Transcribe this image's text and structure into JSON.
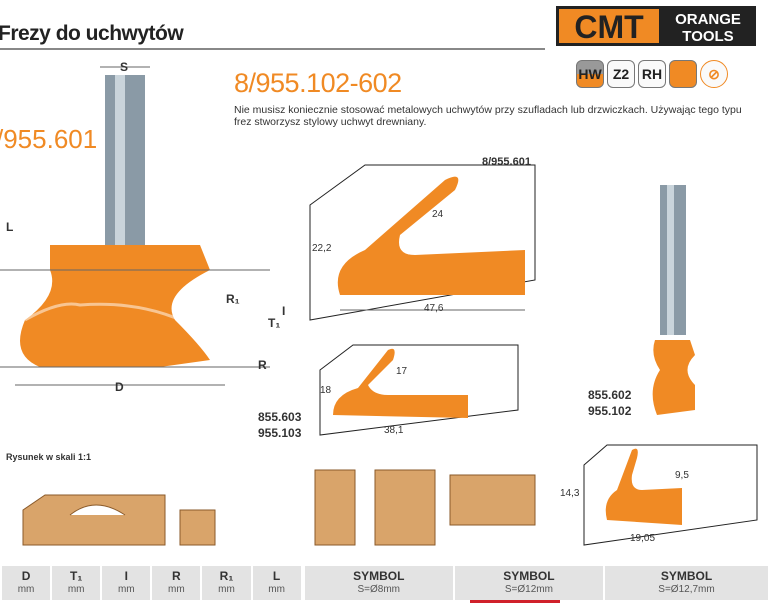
{
  "header": {
    "title": "Frezy do uchwytów"
  },
  "logo": {
    "brand": "CMT",
    "line1": "ORANGE",
    "line2": "TOOLS"
  },
  "product": {
    "code": "8/955.102-602",
    "side_code": "/955.601",
    "description": "Nie musisz koniecznie stosować metalowych uchwytów przy szufladach lub drzwiczkach. Używając tego typu frez stworzysz stylowy uchwyt drewniany.",
    "badges": [
      "HW",
      "Z2",
      "RH"
    ],
    "icons": [
      "orange-wood-icon",
      "no-hand-feed-icon"
    ]
  },
  "drawing": {
    "labels": {
      "S": "S",
      "L": "L",
      "D": "D",
      "R1": "R₁",
      "T1": "T₁",
      "I": "I",
      "R": "R"
    },
    "profiles": [
      {
        "code": "8/955.601",
        "dims": [
          "24",
          "22,2",
          "47,6"
        ]
      },
      {
        "code": "855.603",
        "code2": "955.103",
        "dims": [
          "17",
          "18",
          "38,1"
        ]
      },
      {
        "code": "855.602",
        "code2": "955.102"
      },
      {
        "dims": [
          "9,5",
          "14,3",
          "19,05"
        ]
      }
    ],
    "scale_note": "Rysunek w skali 1:1"
  },
  "table": {
    "columns": [
      {
        "h": "D",
        "u": "mm"
      },
      {
        "h": "T₁",
        "u": "mm"
      },
      {
        "h": "I",
        "u": "mm"
      },
      {
        "h": "R",
        "u": "mm"
      },
      {
        "h": "R₁",
        "u": "mm"
      },
      {
        "h": "L",
        "u": "mm"
      },
      {
        "h": "",
        "u": ""
      },
      {
        "h": "SYMBOL",
        "u": "S=Ø8mm"
      },
      {
        "h": "SYMBOL",
        "u": "S=Ø12mm"
      },
      {
        "h": "SYMBOL",
        "u": "S=Ø12,7mm"
      }
    ]
  },
  "colors": {
    "orange": "#f08a24",
    "wood": "#d9a46a",
    "gray": "#e3e3e3",
    "red": "#d0202a"
  }
}
